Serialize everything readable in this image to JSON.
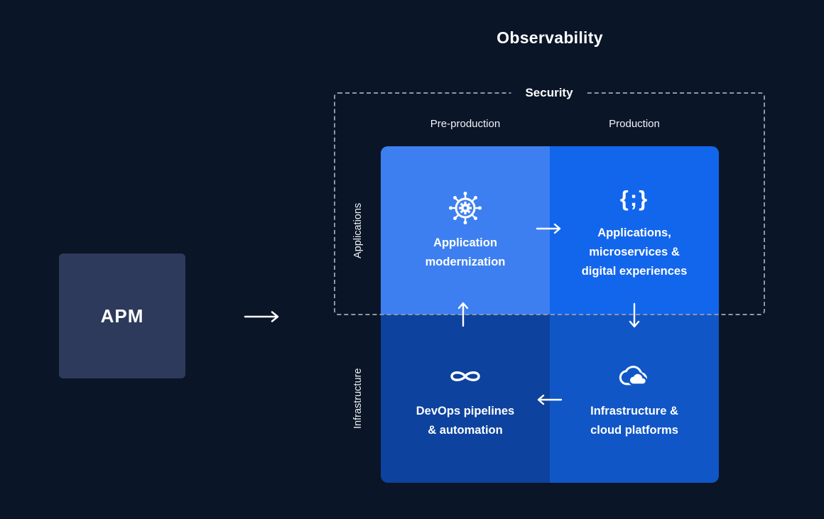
{
  "title": "Observability",
  "apm_box": {
    "label": "APM"
  },
  "security": {
    "label": "Security"
  },
  "columns": {
    "pre": "Pre-production",
    "prod": "Production"
  },
  "rows": {
    "top": "Applications",
    "bottom": "Infrastructure"
  },
  "quadrants": {
    "app_modernization": {
      "icon": "gear-network-icon",
      "line1": "Application",
      "line2": "modernization"
    },
    "apps_microservices": {
      "icon": "code-braces-icon",
      "glyph": "{;}",
      "line1": "Applications,",
      "line2": "microservices &",
      "line3": "digital experiences"
    },
    "devops": {
      "icon": "infinity-icon",
      "line1": "DevOps pipelines",
      "line2": "& automation"
    },
    "infrastructure": {
      "icon": "cloud-icon",
      "line1": "Infrastructure &",
      "line2": "cloud platforms"
    }
  },
  "colors": {
    "background": "#0a1527",
    "apm_box": "#2d3a5b",
    "quadrant_top_left": "#3d7ff0",
    "quadrant_top_right": "#1266ec",
    "quadrant_bottom_left": "#0d429e",
    "quadrant_bottom_right": "#1056c6",
    "dashed_border": "#8e97a8",
    "text": "#ffffff"
  }
}
